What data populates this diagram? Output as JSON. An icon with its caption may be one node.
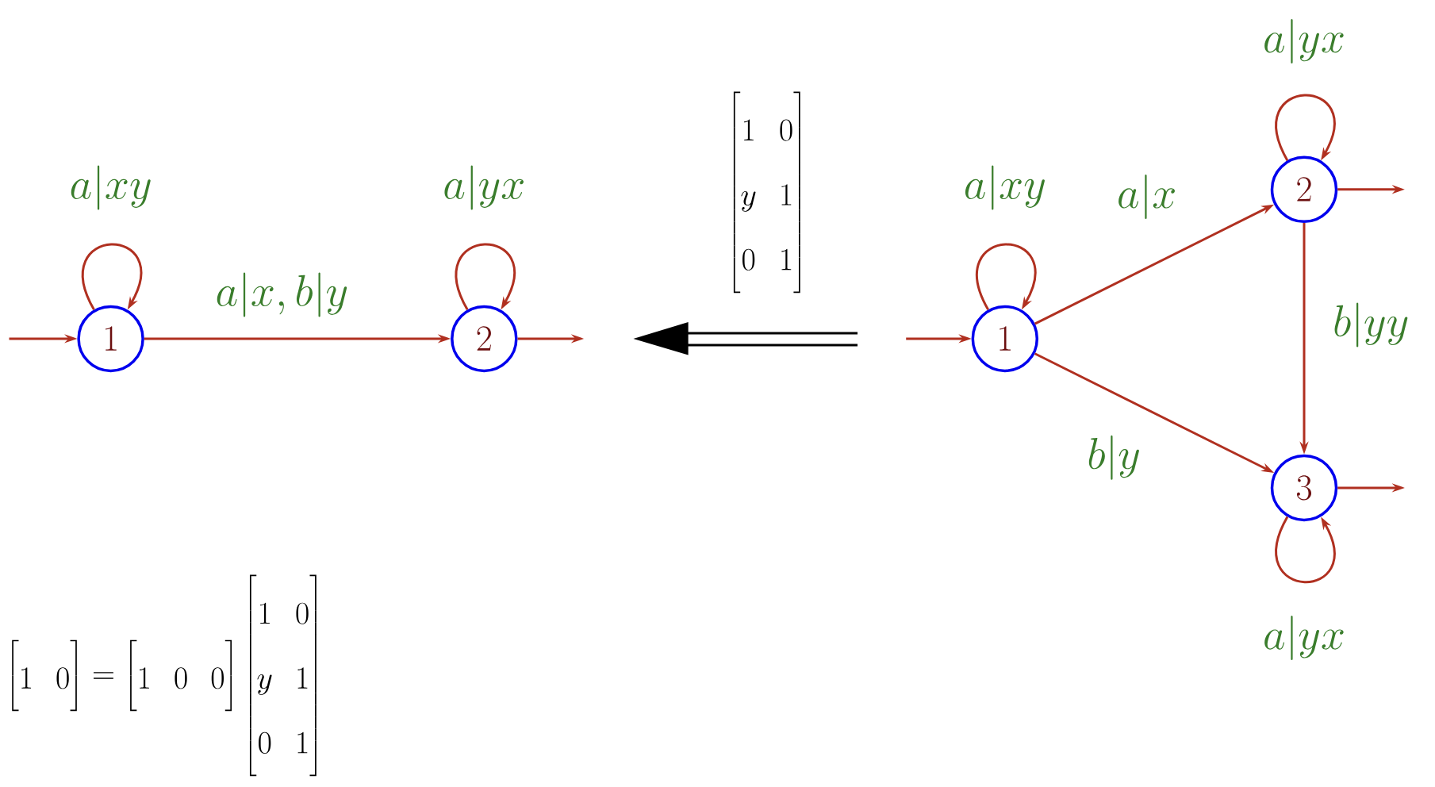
{
  "diagram": {
    "nodes": [
      {
        "text": [
          "1"
        ]
      },
      {
        "text": [
          "2"
        ]
      },
      {
        "text": [
          "1"
        ]
      },
      {
        "text": [
          "2"
        ]
      },
      {
        "text": [
          "3"
        ]
      }
    ],
    "edges": [
      {
        "from": null,
        "to": 0,
        "arrow": "to"
      },
      {
        "from": 0,
        "to": 0,
        "arrow": "to",
        "label": "a|xy"
      },
      {
        "from": 0,
        "to": 1,
        "arrow": "to",
        "label": "a|x, b|y"
      },
      {
        "from": 1,
        "to": 1,
        "arrow": "to",
        "label": "a|yx"
      },
      {
        "from": 1,
        "to": null,
        "arrow": "to"
      },
      {
        "from": null,
        "to": 2,
        "arrow": "to"
      },
      {
        "from": 2,
        "to": 2,
        "arrow": "to",
        "label": "a|xy"
      },
      {
        "from": 2,
        "to": 3,
        "arrow": "to",
        "label": "a|x"
      },
      {
        "from": 2,
        "to": 4,
        "arrow": "to",
        "label": "b|y"
      },
      {
        "from": 3,
        "to": 3,
        "arrow": "to",
        "label": "a|yx"
      },
      {
        "from": 3,
        "to": 4,
        "arrow": "to",
        "label": "b|yy"
      },
      {
        "from": 3,
        "to": null,
        "arrow": "to"
      },
      {
        "from": 4,
        "to": null,
        "arrow": "to"
      },
      {
        "from": 4,
        "to": 4,
        "arrow": "to",
        "label": "a|yx"
      }
    ],
    "labels": [
      "\\begin{bmatrix} 1 & 0 \\\\ y & 1 \\\\ 0 & 1 \\end{bmatrix}",
      "\\begin{bmatrix} 1 & 0 \\end{bmatrix} = \\begin{bmatrix} 1 & 0 & 0 \\end{bmatrix} \\begin{bmatrix} 1 & 0 \\\\ y & 1 \\\\ 0 & 1 \\end{bmatrix}"
    ]
  }
}
